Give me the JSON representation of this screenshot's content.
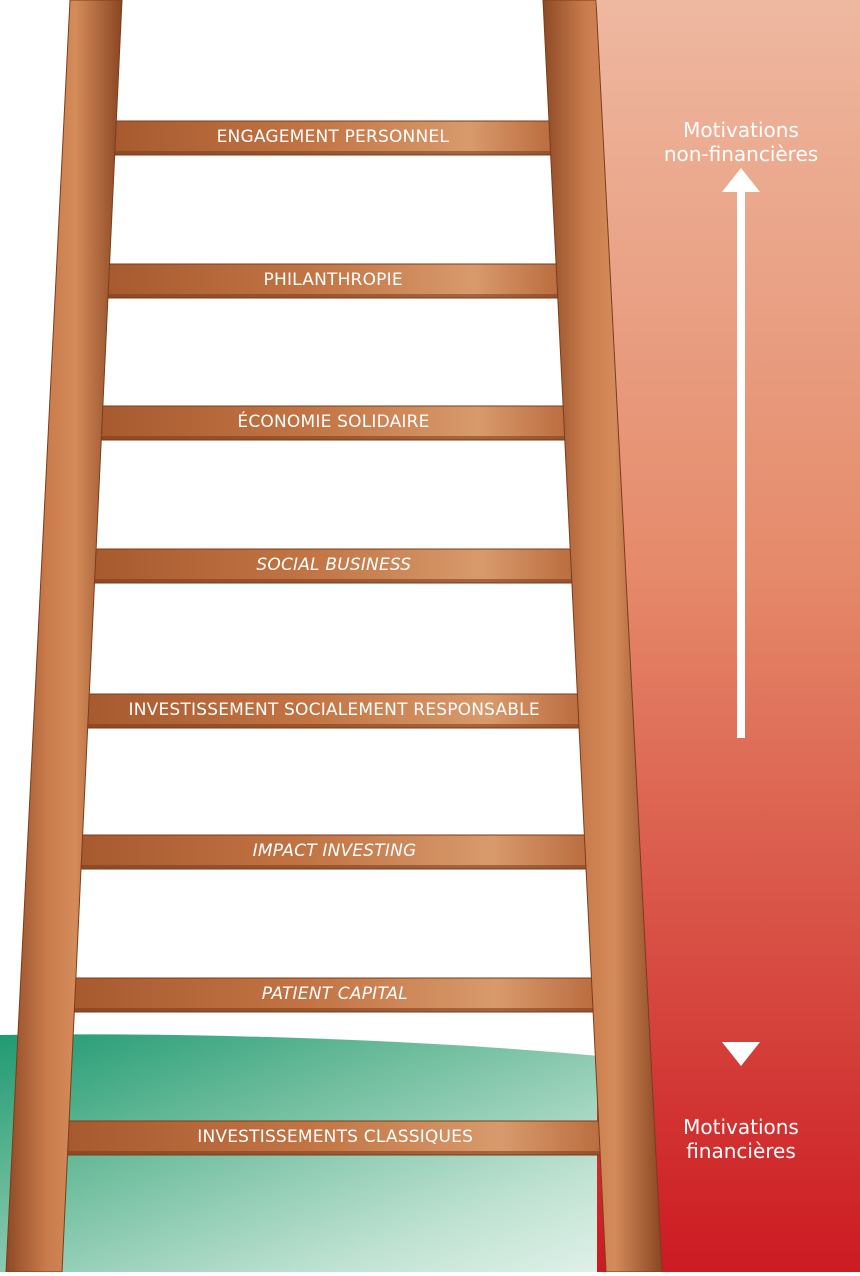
{
  "ladder": {
    "rungs": [
      {
        "label": "ENGAGEMENT PERSONNEL",
        "italic": false
      },
      {
        "label": "PHILANTHROPIE",
        "italic": false
      },
      {
        "label": "ÉCONOMIE SOLIDAIRE",
        "italic": false
      },
      {
        "label": "SOCIAL BUSINESS",
        "italic": true
      },
      {
        "label": "INVESTISSEMENT SOCIALEMENT RESPONSABLE",
        "italic": false
      },
      {
        "label": "IMPACT INVESTING",
        "italic": true
      },
      {
        "label": "PATIENT CAPITAL",
        "italic": true
      },
      {
        "label": "INVESTISSEMENTS CLASSIQUES",
        "italic": false
      }
    ]
  },
  "scale": {
    "top_label_line1": "Motivations",
    "top_label_line2": "non-financières",
    "bottom_label_line1": "Motivations",
    "bottom_label_line2": "financières"
  },
  "colors": {
    "wood": "#b8683a",
    "wood_light": "#d99868",
    "gradient_top": "#eeb8a0",
    "gradient_bottom": "#cc1a22",
    "ground_dark": "#1f9a72",
    "ground_light": "#d7eee3",
    "arrow": "#ffffff"
  }
}
